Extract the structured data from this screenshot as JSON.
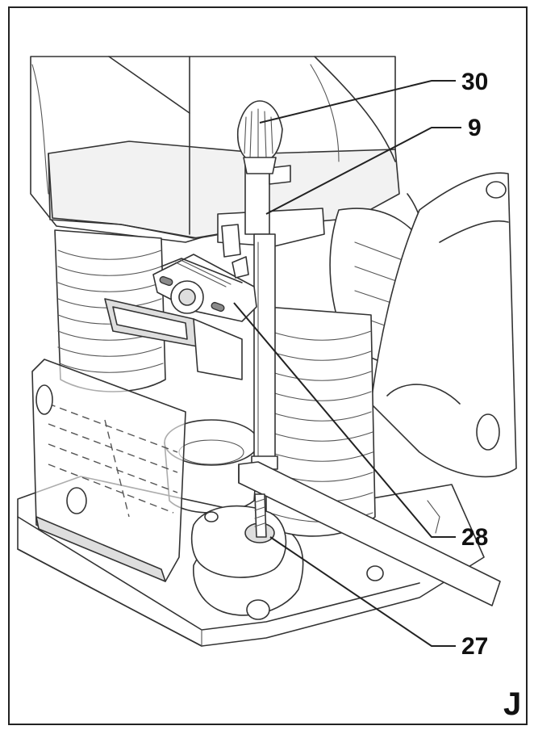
{
  "figure": {
    "letter": "J",
    "callouts": [
      {
        "id": "callout-30",
        "label": "30",
        "part": "depth-stop-knob"
      },
      {
        "id": "callout-9",
        "label": "9",
        "part": "depth-stop-rod"
      },
      {
        "id": "callout-28",
        "label": "28",
        "part": "depth-stop-clamp-knob"
      },
      {
        "id": "callout-27",
        "label": "27",
        "part": "revolving-stop-turret"
      }
    ]
  },
  "icons": [
    "router-illustration"
  ],
  "colors": {
    "line": "#333333",
    "background": "#ffffff",
    "text": "#111111"
  }
}
